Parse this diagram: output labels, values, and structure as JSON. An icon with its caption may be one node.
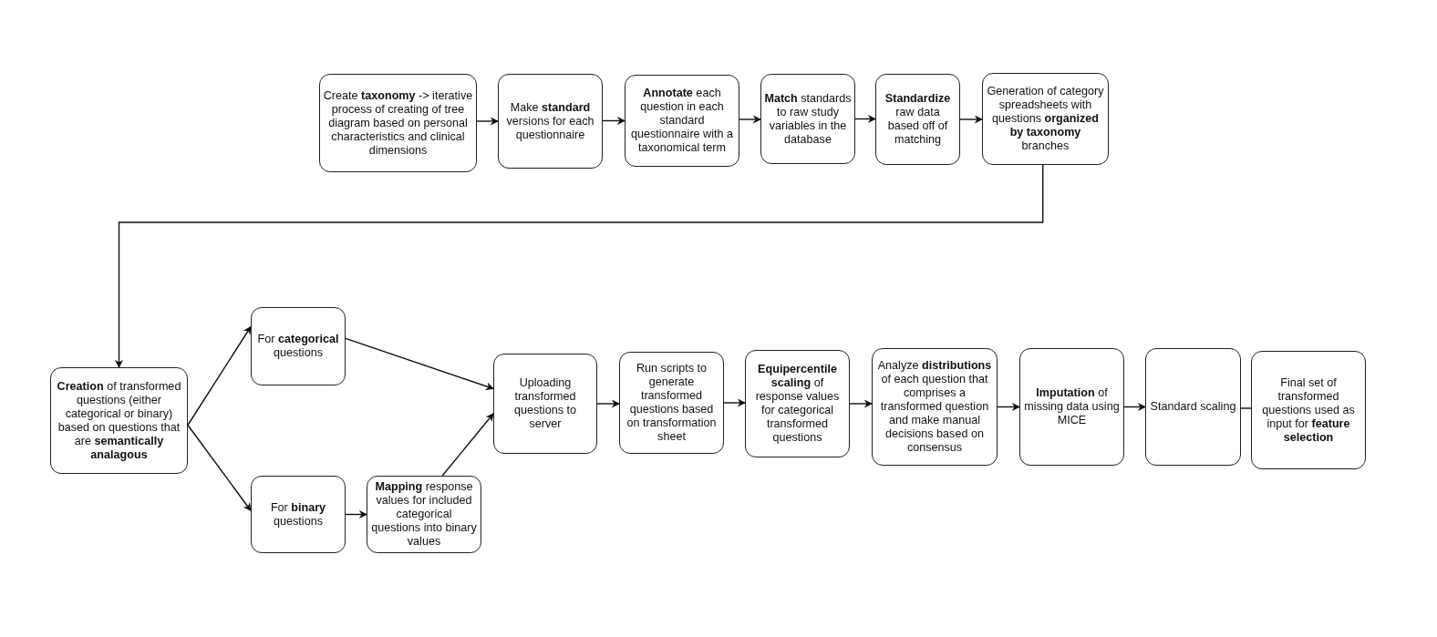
{
  "diagram": {
    "nodes": [
      {
        "text": [
          "Create **taxonomy** -> iterative process of creating of tree diagram based on personal characteristics and clinical dimensions"
        ]
      },
      {
        "text": [
          "Make **standard** versions for each questionnaire"
        ]
      },
      {
        "text": [
          "**Annotate** each question in each standard questionnaire with a taxonomical term"
        ]
      },
      {
        "text": [
          "**Match** standards to raw study variables in the database"
        ]
      },
      {
        "text": [
          "**Standardize** raw data based off of matching"
        ]
      },
      {
        "text": [
          "Generation of category spreadsheets with questions **organized by taxonomy** branches"
        ]
      },
      {
        "text": [
          "**Creation** of transformed questions (either categorical or binary) based on questions that are **semantically analagous**"
        ]
      },
      {
        "text": [
          "For **categorical** questions"
        ]
      },
      {
        "text": [
          "For **binary** questions"
        ]
      },
      {
        "text": [
          "**Mapping** response values for included categorical questions into binary values"
        ]
      },
      {
        "text": [
          "Uploading transformed questions to server"
        ]
      },
      {
        "text": [
          "Run scripts to generate transformed questions based on transformation sheet"
        ]
      },
      {
        "text": [
          "**Equipercentile scaling** of response values for categorical transformed questions"
        ]
      },
      {
        "text": [
          "Analyze **distributions** of each question that comprises a transformed question and make manual decisions based on consensus"
        ]
      },
      {
        "text": [
          "**Imputation** of missing data using MICE"
        ]
      },
      {
        "text": [
          "Standard scaling"
        ]
      },
      {
        "text": [
          "Final set of transformed questions used as input for **feature selection**"
        ]
      }
    ],
    "edges": [
      {
        "from": 0,
        "to": 1,
        "arrow": "to"
      },
      {
        "from": 1,
        "to": 2,
        "arrow": "to"
      },
      {
        "from": 2,
        "to": 3,
        "arrow": "to"
      },
      {
        "from": 3,
        "to": 4,
        "arrow": "to"
      },
      {
        "from": 4,
        "to": 5,
        "arrow": "to"
      },
      {
        "from": 5,
        "to": 6,
        "arrow": "to"
      },
      {
        "from": 6,
        "to": 7,
        "arrow": "to"
      },
      {
        "from": 6,
        "to": 8,
        "arrow": "to"
      },
      {
        "from": 7,
        "to": 10,
        "arrow": "to"
      },
      {
        "from": 8,
        "to": 9,
        "arrow": "to"
      },
      {
        "from": 9,
        "to": 10,
        "arrow": "to"
      },
      {
        "from": 10,
        "to": 11,
        "arrow": "to"
      },
      {
        "from": 11,
        "to": 12,
        "arrow": "to"
      },
      {
        "from": 12,
        "to": 13,
        "arrow": "to"
      },
      {
        "from": 13,
        "to": 14,
        "arrow": "to"
      },
      {
        "from": 14,
        "to": 15,
        "arrow": "to"
      },
      {
        "from": 15,
        "to": 16,
        "arrow": "none"
      }
    ]
  }
}
